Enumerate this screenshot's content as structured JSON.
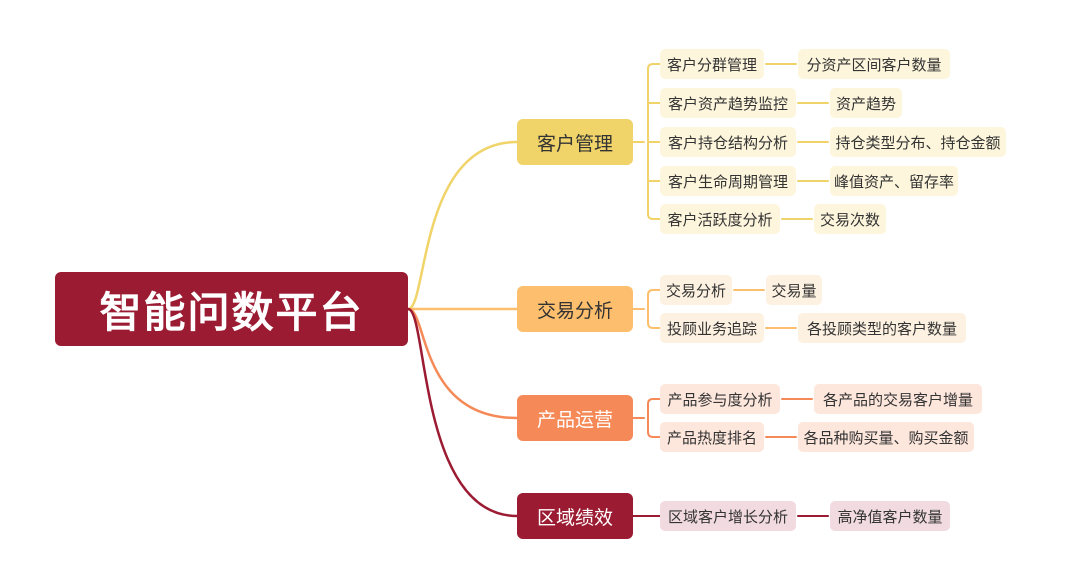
{
  "root": {
    "label": "智能问数平台"
  },
  "branches": [
    {
      "label": "客户管理",
      "color": "#f0d46a",
      "text_color": "#333333",
      "leaf_bg": "#fdf6dc",
      "leaves": [
        {
          "label": "客户分群管理",
          "detail": "分资产区间客户数量"
        },
        {
          "label": "客户资产趋势监控",
          "detail": "资产趋势"
        },
        {
          "label": "客户持仓结构分析",
          "detail": "持仓类型分布、持仓金额"
        },
        {
          "label": "客户生命周期管理",
          "detail": "峰值资产、留存率"
        },
        {
          "label": "客户活跃度分析",
          "detail": "交易次数"
        }
      ]
    },
    {
      "label": "交易分析",
      "color": "#fdbf6e",
      "text_color": "#333333",
      "leaf_bg": "#fdf1e1",
      "leaves": [
        {
          "label": "交易分析",
          "detail": "交易量"
        },
        {
          "label": "投顾业务追踪",
          "detail": "各投顾类型的客户数量"
        }
      ]
    },
    {
      "label": "产品运营",
      "color": "#f58a58",
      "text_color": "#ffffff",
      "leaf_bg": "#fde6dc",
      "leaves": [
        {
          "label": "产品参与度分析",
          "detail": "各产品的交易客户增量"
        },
        {
          "label": "产品热度排名",
          "detail": "各品种购买量、购买金额"
        }
      ]
    },
    {
      "label": "区域绩效",
      "color": "#9b1b32",
      "text_color": "#ffffff",
      "leaf_bg": "#f1dbe0",
      "leaves": [
        {
          "label": "区域客户增长分析",
          "detail": "高净值客户数量"
        }
      ]
    }
  ]
}
